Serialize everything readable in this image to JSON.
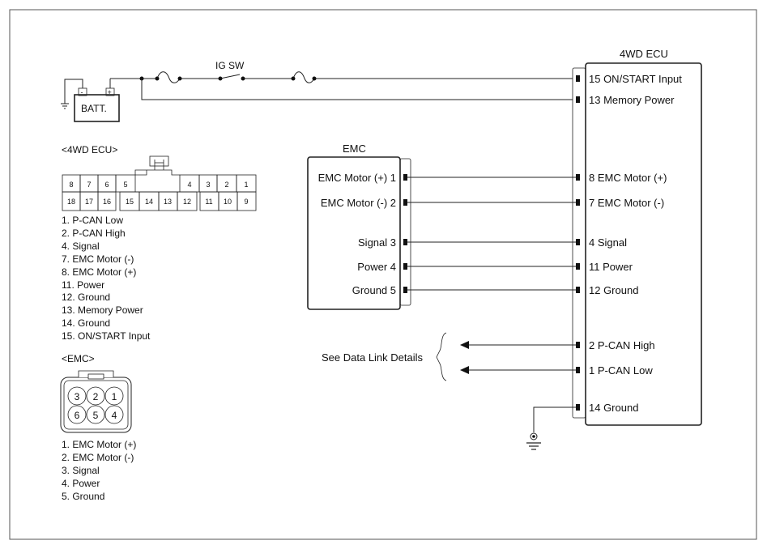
{
  "ecu": {
    "title": "4WD ECU",
    "pins": {
      "p15": "15 ON/START Input",
      "p13": "13 Memory Power",
      "p8": "8 EMC Motor (+)",
      "p7": "7 EMC Motor (-)",
      "p4": "4 Signal",
      "p11": "11 Power",
      "p12": "12 Ground",
      "p2": "2 P-CAN High",
      "p1": "1 P-CAN Low",
      "p14": "14 Ground"
    }
  },
  "emc": {
    "title": "EMC",
    "pins": {
      "m1": "EMC Motor (+) 1",
      "m2": "EMC Motor (-) 2",
      "s3": "Signal 3",
      "p4": "Power 4",
      "g5": "Ground 5"
    }
  },
  "power": {
    "battery": "BATT.",
    "switch": "IG SW",
    "neg": "-",
    "pos": "+"
  },
  "data_link": "See Data Link Details",
  "ecu_connector": {
    "title": "<4WD ECU>",
    "top_row": [
      "8",
      "7",
      "6",
      "5",
      "4",
      "3",
      "2",
      "1"
    ],
    "bottom_row": [
      "18",
      "17",
      "16",
      "15",
      "14",
      "13",
      "12",
      "11",
      "10",
      "9"
    ],
    "legend": [
      "1. P-CAN Low",
      "2. P-CAN High",
      "4. Signal",
      "7. EMC Motor (-)",
      "8. EMC Motor (+)",
      "11. Power",
      "12. Ground",
      "13. Memory Power",
      "14. Ground",
      "15. ON/START Input"
    ]
  },
  "emc_connector": {
    "title": "<EMC>",
    "top_row": [
      "3",
      "2",
      "1"
    ],
    "bottom_row": [
      "6",
      "5",
      "4"
    ],
    "legend": [
      "1. EMC Motor (+)",
      "2. EMC Motor (-)",
      "3. Signal",
      "4. Power",
      "5. Ground"
    ]
  }
}
